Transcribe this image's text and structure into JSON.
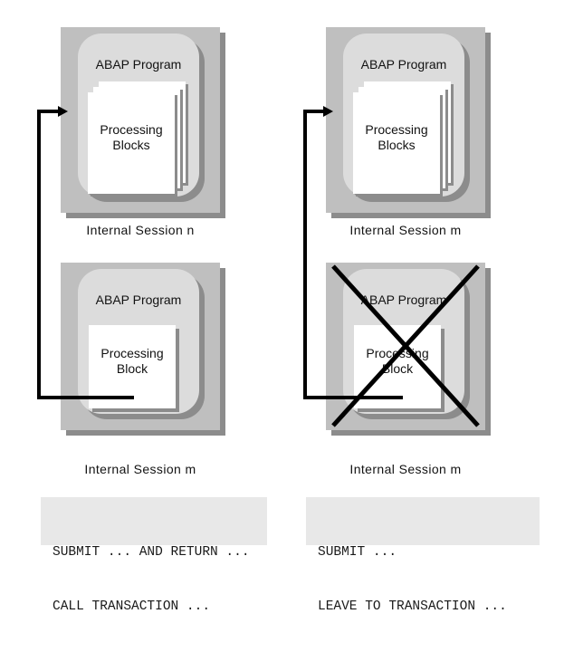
{
  "diagram": {
    "title": "ABAP program calls: internal sessions",
    "colors": {
      "outer_card": "#bfbfbf",
      "shadow": "#8c8c8c",
      "abap_panel": "#dcdcdc",
      "sheet": "#ffffff",
      "code_box_bg": "#e8e8e8",
      "ink": "#000000"
    },
    "columns": [
      {
        "id": "left",
        "sessions": [
          {
            "id": "left-top",
            "program_label": "ABAP Program",
            "block_label": "Processing\nBlocks",
            "block_label_line1": "Processing",
            "block_label_line2": "Blocks",
            "sheet_count": 3,
            "caption": "Internal Session n",
            "crossed_out": false
          },
          {
            "id": "left-bottom",
            "program_label": "ABAP Program",
            "block_label_line1": "Processing",
            "block_label_line2": "Block",
            "sheet_count": 1,
            "caption": "Internal Session m",
            "crossed_out": false
          }
        ],
        "code": {
          "line1": "SUBMIT ... AND RETURN ...",
          "line2": "CALL TRANSACTION ..."
        },
        "connector": "return-arrow-up"
      },
      {
        "id": "right",
        "sessions": [
          {
            "id": "right-top",
            "program_label": "ABAP Program",
            "block_label_line1": "Processing",
            "block_label_line2": "Blocks",
            "sheet_count": 3,
            "caption": "Internal Session m",
            "crossed_out": false
          },
          {
            "id": "right-bottom",
            "program_label": "ABAP Program",
            "block_label_line1": "Processing",
            "block_label_line2": "Block",
            "sheet_count": 1,
            "caption": "Internal Session m",
            "crossed_out": true
          }
        ],
        "code": {
          "line1": "SUBMIT ...",
          "line2": "LEAVE TO TRANSACTION ..."
        },
        "connector": "leave-arrow-up"
      }
    ]
  }
}
